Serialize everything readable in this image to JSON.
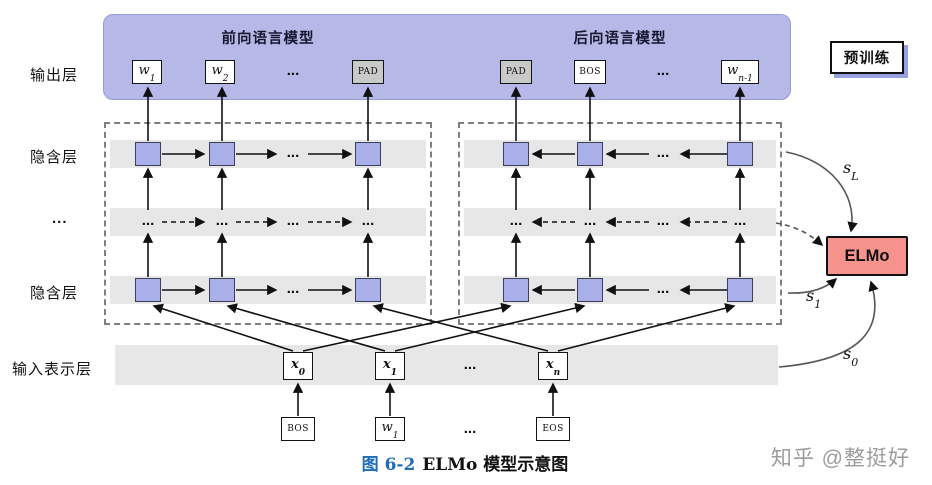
{
  "colors": {
    "top_band_purple": "#b6b9e8",
    "cell_blue": "#a9afe9",
    "layer_band_gray": "#e7e7e7",
    "pad_gray": "#c9c9c9",
    "elmo_red": "#f5938c",
    "pretrain_shadow_blue": "#98a0e0",
    "caption_blue": "#1e6bb8",
    "watermark_gray": "#9c9c9c"
  },
  "labels": {
    "rows": {
      "output": "输出层",
      "hidden_upper": "隐含层",
      "ellipsis": "...",
      "hidden_lower": "隐含层",
      "input": "输入表示层"
    },
    "forward_lm": "前向语言模型",
    "backward_lm": "后向语言模型"
  },
  "output_tokens": {
    "w1": {
      "base": "w",
      "sub": "1"
    },
    "w2": {
      "base": "w",
      "sub": "2"
    },
    "dots_forward": "...",
    "pad_forward": "PAD",
    "pad_backward": "PAD",
    "bos": "BOS",
    "dots_backward": "...",
    "wn1": {
      "base": "w",
      "sub": "n-1"
    }
  },
  "hidden_rows": {
    "dots": "..."
  },
  "input_tokens": {
    "x0": {
      "base": "x",
      "sub": "0"
    },
    "x1": {
      "base": "x",
      "sub": "1"
    },
    "dots": "...",
    "xn": {
      "base": "x",
      "sub": "n"
    }
  },
  "bottom_tokens": {
    "bos": "BOS",
    "w1": {
      "base": "w",
      "sub": "1"
    },
    "dots": "...",
    "eos": "EOS"
  },
  "right_panel": {
    "pretrain": "预训练",
    "elmo": "ELMo",
    "s_top": {
      "base": "s",
      "sub": "L"
    },
    "s_mid": {
      "base": "s",
      "sub": "1"
    },
    "s_bottom": {
      "base": "s",
      "sub": "0"
    }
  },
  "caption": {
    "figure_label": "图 6-2",
    "figure_title": "ELMo 模型示意图"
  },
  "watermark": "知乎 @整挺好"
}
